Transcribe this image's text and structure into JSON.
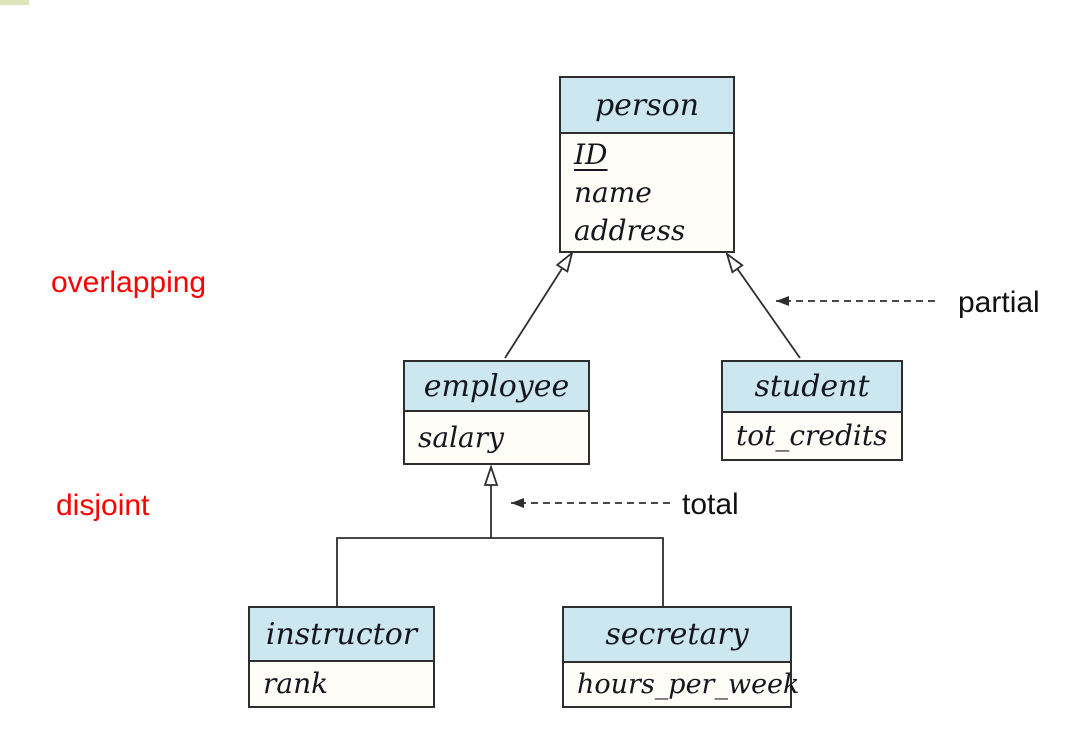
{
  "colors": {
    "entity-header-bg": "#cde7f0",
    "entity-body-bg": "#fefdf8",
    "entity-border": "#2e2e2e",
    "line": "#2e2e2e",
    "ink": "#16161e",
    "annotation-red": "#fe0000",
    "annotation-black": "#111111",
    "corner-swatch": "#dde4b9"
  },
  "diagram": {
    "type": "er-specialization-hierarchy",
    "entities": {
      "person": {
        "title": "person",
        "attributes": [
          "ID",
          "name",
          "address"
        ],
        "primary_key": "ID"
      },
      "employee": {
        "title": "employee",
        "attributes": [
          "salary"
        ]
      },
      "student": {
        "title": "student",
        "attributes": [
          "tot_credits"
        ]
      },
      "instructor": {
        "title": "instructor",
        "attributes": [
          "rank"
        ]
      },
      "secretary": {
        "title": "secretary",
        "attributes": [
          "hours_per_week"
        ]
      }
    },
    "annotations": {
      "overlapping": "overlapping",
      "disjoint": "disjoint",
      "partial": "partial",
      "total": "total"
    },
    "relationships": [
      "employee ISA person",
      "student ISA person",
      "instructor ISA employee",
      "secretary ISA employee"
    ]
  }
}
